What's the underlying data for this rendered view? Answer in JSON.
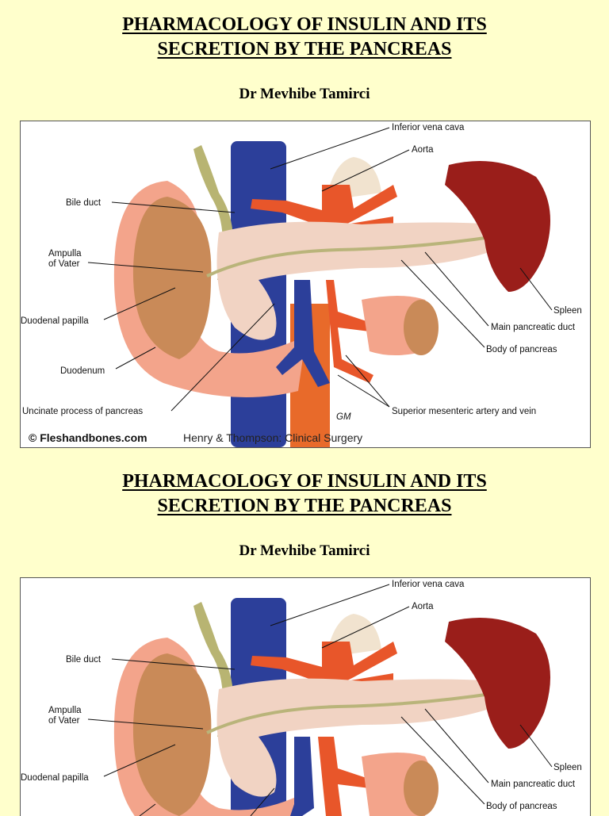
{
  "slides": [
    {
      "title_line1": "PHARMACOLOGY OF INSULIN AND ITS",
      "title_line2": "SECRETION BY THE PANCREAS",
      "author": "Dr Mevhibe Tamirci"
    },
    {
      "title_line1": "PHARMACOLOGY OF INSULIN AND ITS",
      "title_line2": "SECRETION BY THE PANCREAS",
      "author": "Dr Mevhibe Tamirci"
    }
  ],
  "figure": {
    "labels": {
      "ivc": "Inferior vena cava",
      "aorta": "Aorta",
      "bile_duct": "Bile duct",
      "ampulla1": "Ampulla",
      "ampulla2": "of Vater",
      "duodenal_papilla": "Duodenal papilla",
      "duodenum": "Duodenum",
      "uncinate": "Uncinate process of pancreas",
      "spleen": "Spleen",
      "main_duct": "Main pancreatic duct",
      "body": "Body of pancreas",
      "sma": "Superior mesenteric artery and vein",
      "signature": "GM"
    },
    "credit_site": "© Fleshandbones.com",
    "credit_text": "Henry & Thompson: Clinical Surgery"
  }
}
